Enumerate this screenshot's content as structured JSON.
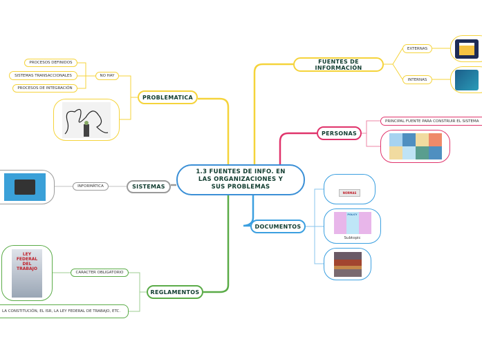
{
  "colors": {
    "center": "#3a8fd6",
    "yellow": "#f5d33a",
    "pink": "#e0336b",
    "blue": "#3a9fe0",
    "green": "#5aab47",
    "grey": "#9a9a9a"
  },
  "center": {
    "title": "1.3 FUENTES DE INFO. EN LAS ORGANIZACIONES Y SUS PROBLEMAS"
  },
  "fuentes": {
    "label": "FUENTES DE INFORMACIÓN",
    "children": [
      "EXTERNAS",
      "INTERNAS"
    ]
  },
  "personas": {
    "label": "PERSONAS",
    "children": [
      "PRINCIPAL FUENTE PARA CONSTRUIR EL SISTEMA"
    ]
  },
  "documentos": {
    "label": "DOCUMENTOS",
    "image_caption": "Subtopic",
    "normas_text": "NORMAS",
    "policy_text": "POLICY"
  },
  "reglamentos": {
    "label": "REGLAMENTOS",
    "children": [
      "CARACTER OBLIGATORIO",
      "LA CONSTITUCIÓN, EL ISR, LA LEY FEDERAL DE TRABAJO, ETC."
    ],
    "book_title": "LEY FEDERAL DEL TRABAJO"
  },
  "sistemas": {
    "label": "SISTEMAS",
    "children": [
      "INFORMÁTICA"
    ]
  },
  "problematica": {
    "label": "PROBLEMATICA",
    "no_hay": "NO HAY",
    "children": [
      "PROCESOS DEFINIDOS",
      "SISTEMAS TRANSACCIONALES",
      "PROCESOS DE INTEGRACIÓN"
    ]
  }
}
